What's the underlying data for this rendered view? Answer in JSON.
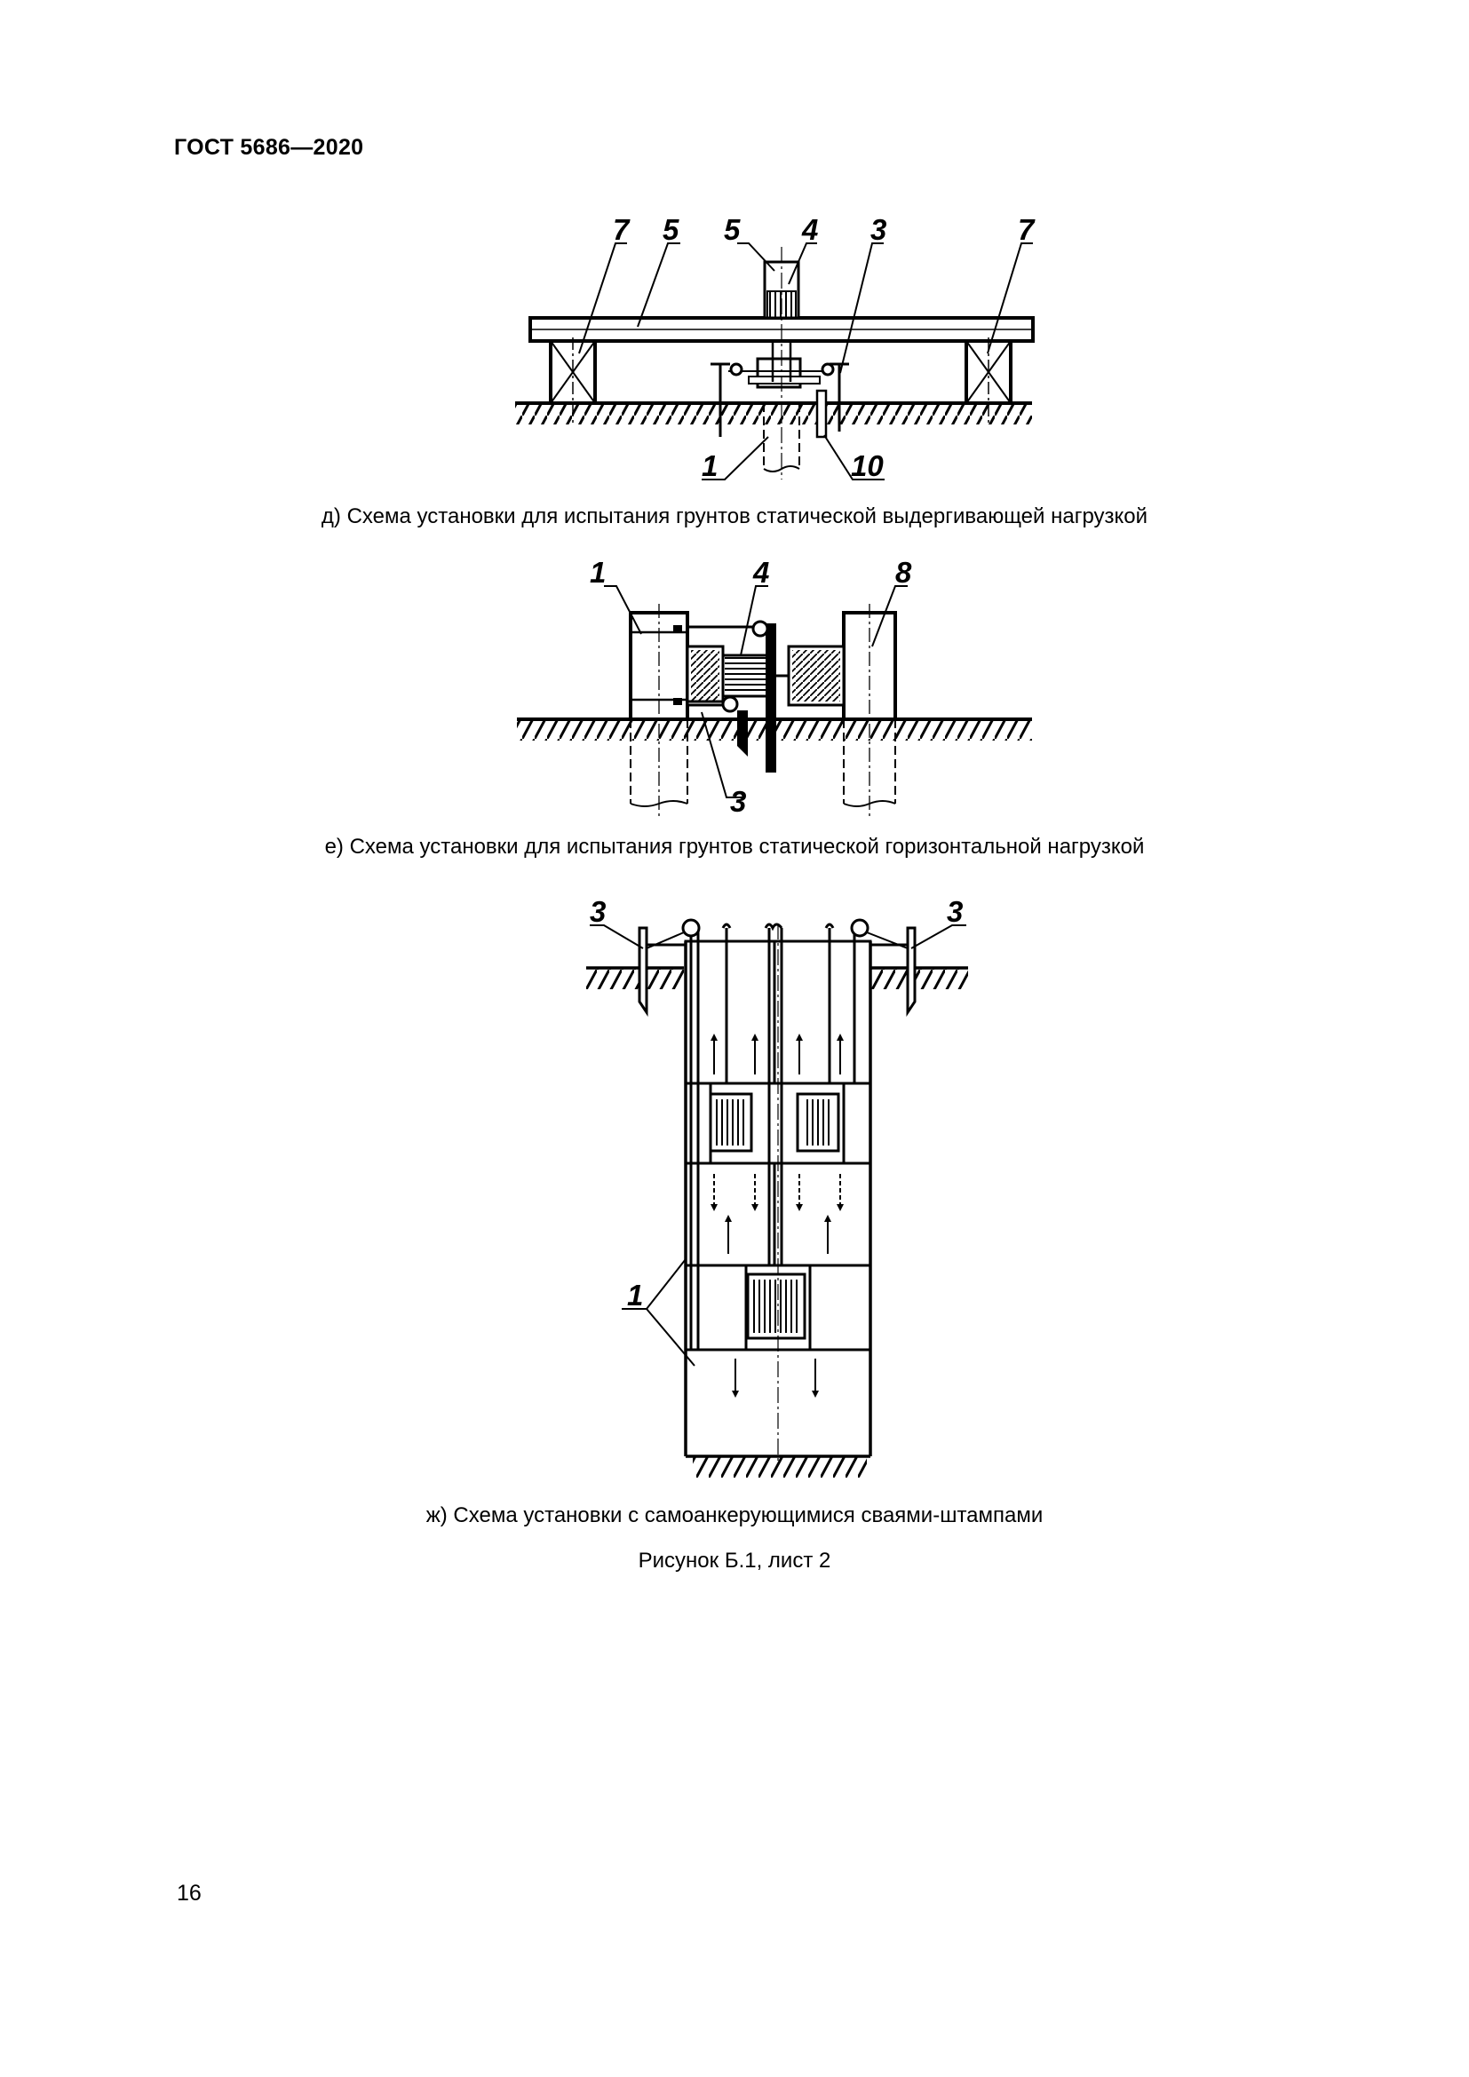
{
  "header": {
    "title": "ГОСТ 5686—2020"
  },
  "figures": {
    "d": {
      "caption": "д) Схема установки для испытания грунтов статической выдергивающей нагрузкой",
      "labels": {
        "l7a": "7",
        "l5a": "5",
        "l5b": "5",
        "l4": "4",
        "l3": "3",
        "l7b": "7",
        "l1": "1",
        "l10": "10"
      }
    },
    "e": {
      "caption": "е) Схема установки для испытания грунтов статической горизонтальной нагрузкой",
      "labels": {
        "l1": "1",
        "l4": "4",
        "l8": "8",
        "l3": "3"
      }
    },
    "zh": {
      "caption": "ж) Схема установки с самоанкерующимися сваями-штампами",
      "labels": {
        "l3a": "3",
        "l3b": "3",
        "l1": "1"
      }
    }
  },
  "figure_title": "Рисунок Б.1, лист 2",
  "page_number": "16"
}
